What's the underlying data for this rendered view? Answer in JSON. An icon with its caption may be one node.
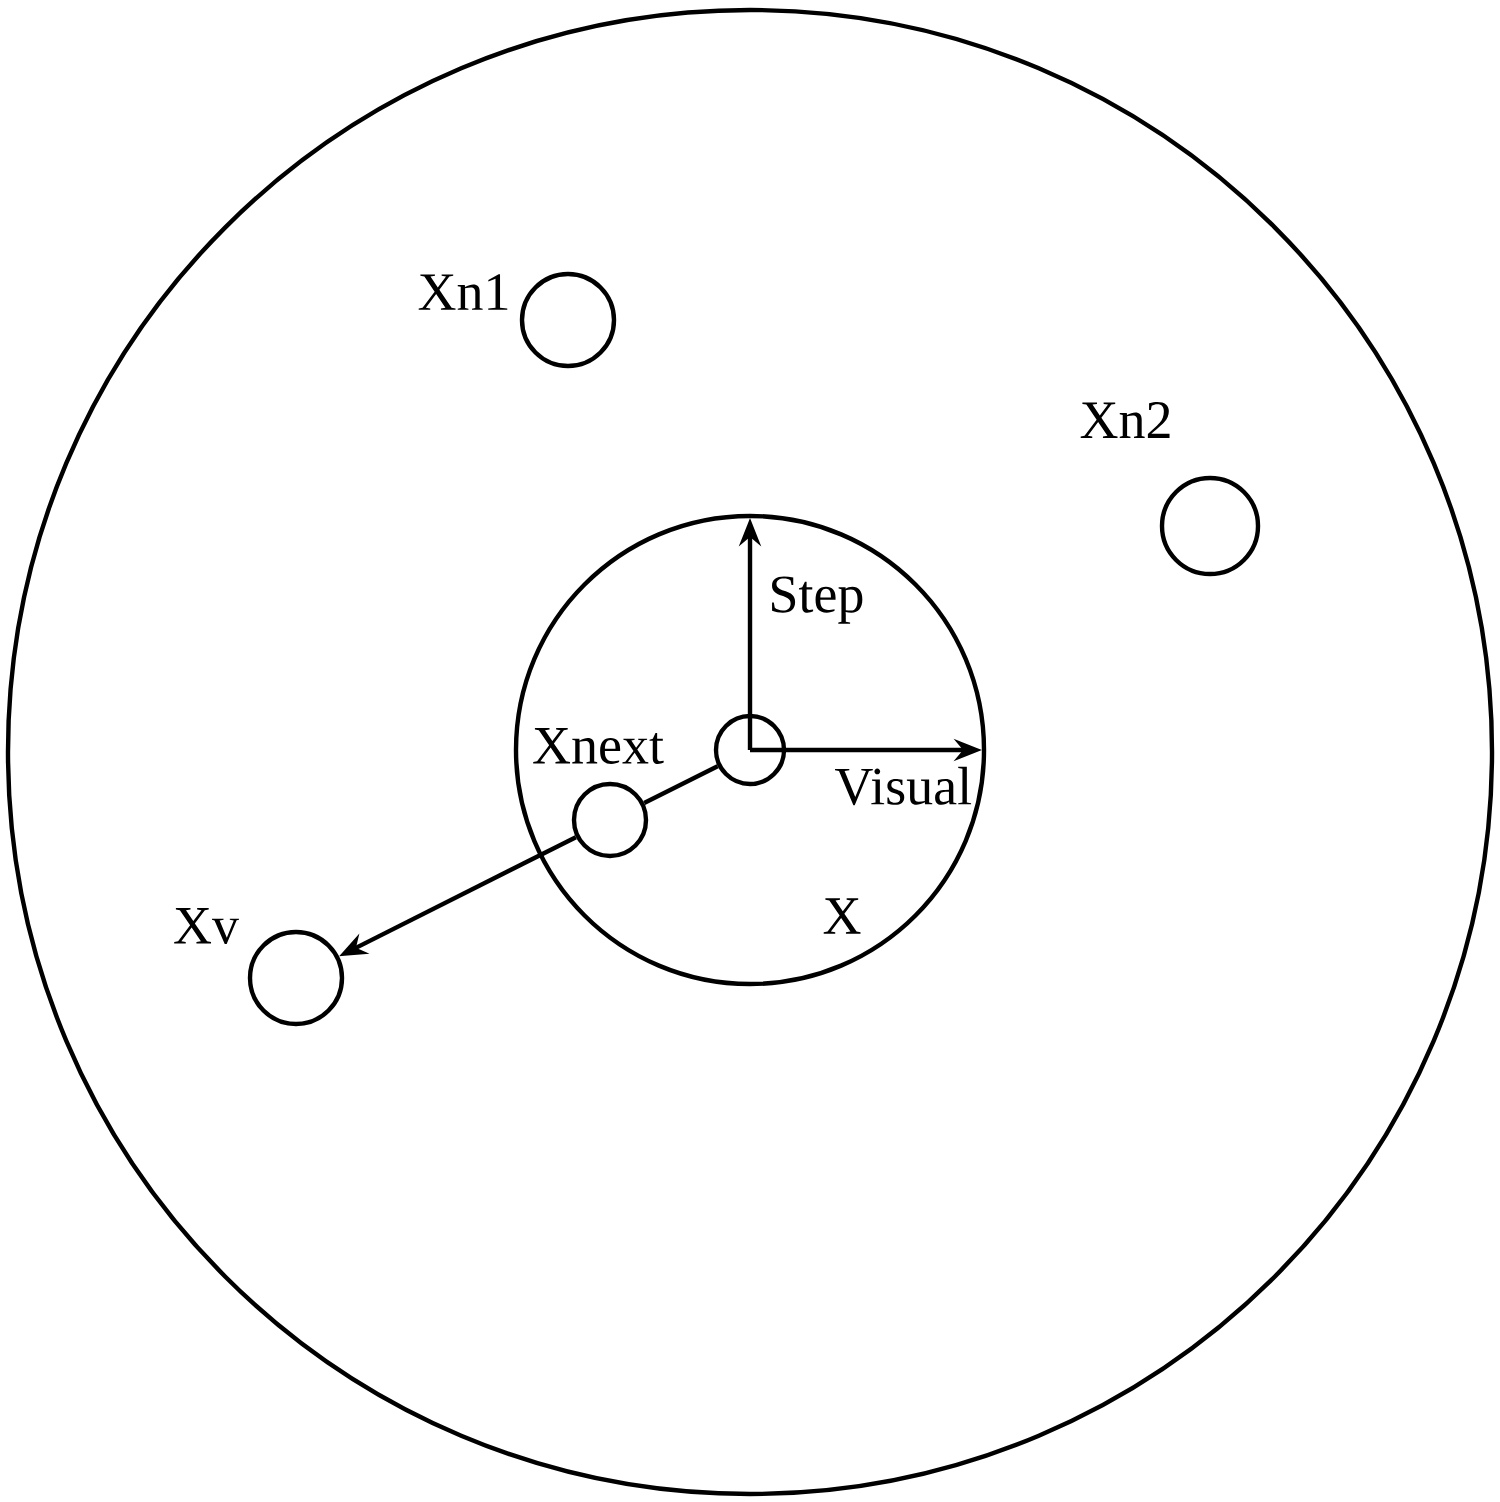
{
  "diagram": {
    "nodes": [
      {
        "text": [],
        "shape": "circle"
      },
      {
        "text": [],
        "shape": "circle",
        "in": 0,
        "beside": [
          "Xn1"
        ]
      },
      {
        "text": [],
        "shape": "circle",
        "in": 0,
        "beside": [
          "Xn2"
        ]
      },
      {
        "text": [],
        "shape": "circle",
        "in": 0
      },
      {
        "text": [],
        "shape": "circle",
        "in": 3,
        "beside": [
          "X"
        ]
      },
      {
        "text": [],
        "shape": "circle",
        "in": 3,
        "beside": [
          "Xnext"
        ]
      },
      {
        "text": [],
        "shape": "circle",
        "in": 0,
        "beside": [
          "Xv"
        ]
      }
    ],
    "edges": [
      {
        "from": 4,
        "to": 5,
        "arrow": "none"
      },
      {
        "from": 5,
        "to": 6,
        "arrow": "to"
      }
    ],
    "labels": [
      "Step",
      "Visual"
    ]
  }
}
